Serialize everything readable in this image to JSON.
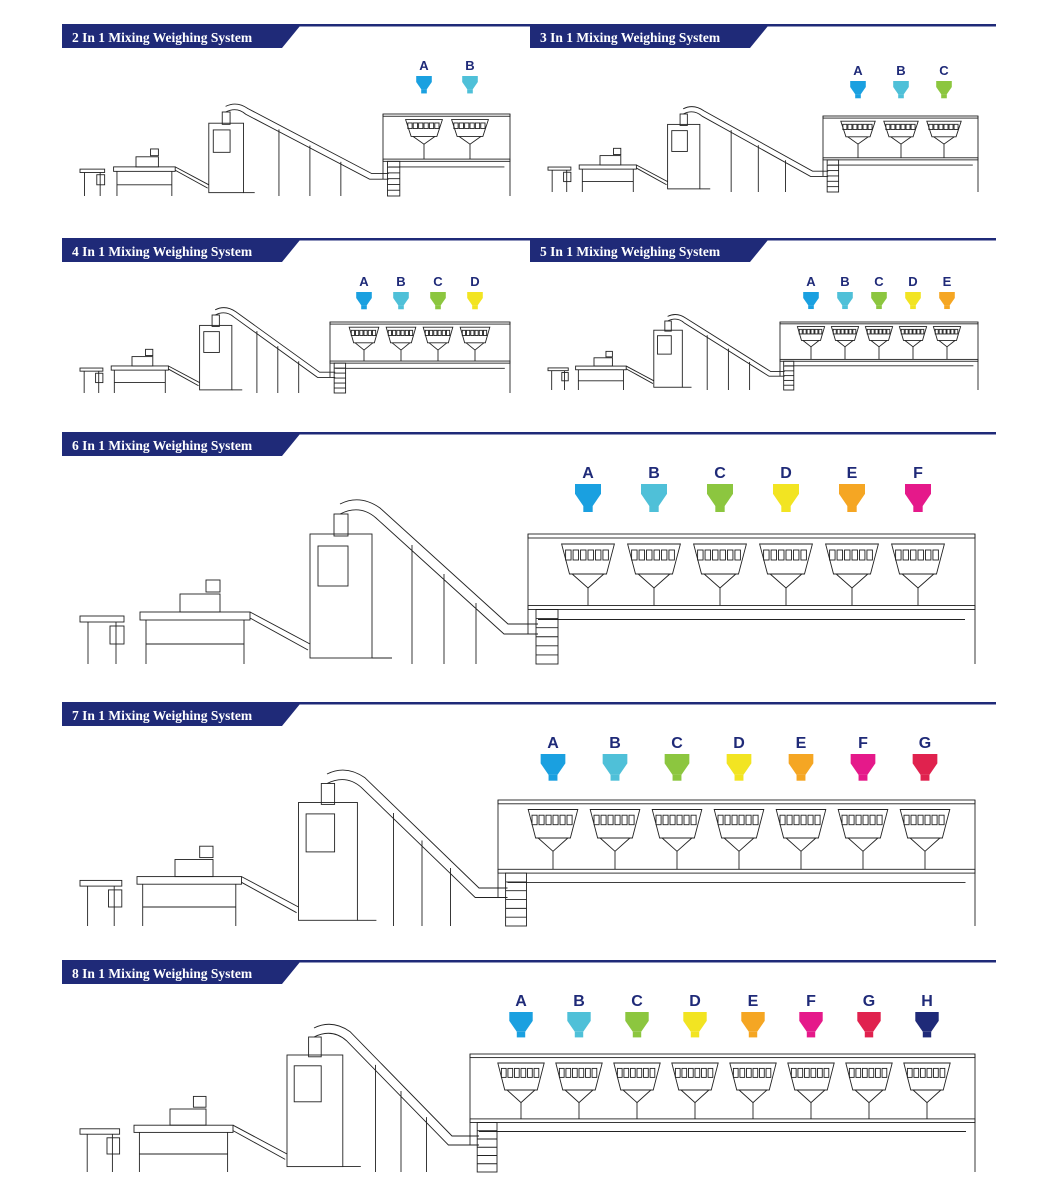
{
  "colors": {
    "navy": "#1f2a78",
    "line": "#222222",
    "hopper_A": "#1aa0e0",
    "hopper_B": "#4fc0d8",
    "hopper_C": "#8cc63f",
    "hopper_D": "#f2e422",
    "hopper_E": "#f5a623",
    "hopper_F": "#e5198a",
    "hopper_G": "#e0224e",
    "hopper_H": "#1f2a78"
  },
  "systems": [
    {
      "title": "2 In 1 Mixing Weighing System",
      "hoppers": [
        "A",
        "B"
      ]
    },
    {
      "title": "3 In 1 Mixing Weighing System",
      "hoppers": [
        "A",
        "B",
        "C"
      ]
    },
    {
      "title": "4 In 1 Mixing Weighing System",
      "hoppers": [
        "A",
        "B",
        "C",
        "D"
      ]
    },
    {
      "title": "5 In 1 Mixing Weighing System",
      "hoppers": [
        "A",
        "B",
        "C",
        "D",
        "E"
      ]
    },
    {
      "title": "6 In 1 Mixing Weighing System",
      "hoppers": [
        "A",
        "B",
        "C",
        "D",
        "E",
        "F"
      ]
    },
    {
      "title": "7 In 1 Mixing Weighing System",
      "hoppers": [
        "A",
        "B",
        "C",
        "D",
        "E",
        "F",
        "G"
      ]
    },
    {
      "title": "8 In 1 Mixing Weighing System",
      "hoppers": [
        "A",
        "B",
        "C",
        "D",
        "E",
        "F",
        "G",
        "H"
      ]
    }
  ]
}
